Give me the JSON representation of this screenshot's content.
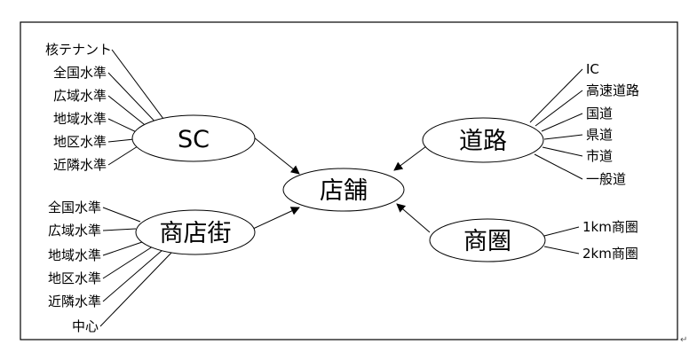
{
  "center": {
    "label": "店舗"
  },
  "nodes": {
    "sc": {
      "label": "SC",
      "items": [
        "核テナント",
        "全国水準",
        "広域水準",
        "地域水準",
        "地区水準",
        "近隣水準"
      ]
    },
    "shotengai": {
      "label": "商店街",
      "items": [
        "全国水準",
        "広域水準",
        "地域水準",
        "地区水準",
        "近隣水準",
        "中心"
      ]
    },
    "road": {
      "label": "道路",
      "items": [
        "IC",
        "高速道路",
        "国道",
        "県道",
        "市道",
        "一般道"
      ]
    },
    "trade_area": {
      "label": "商圏",
      "items": [
        "1km商圏",
        "2km商圏"
      ]
    }
  },
  "paragraph_mark": "↵"
}
